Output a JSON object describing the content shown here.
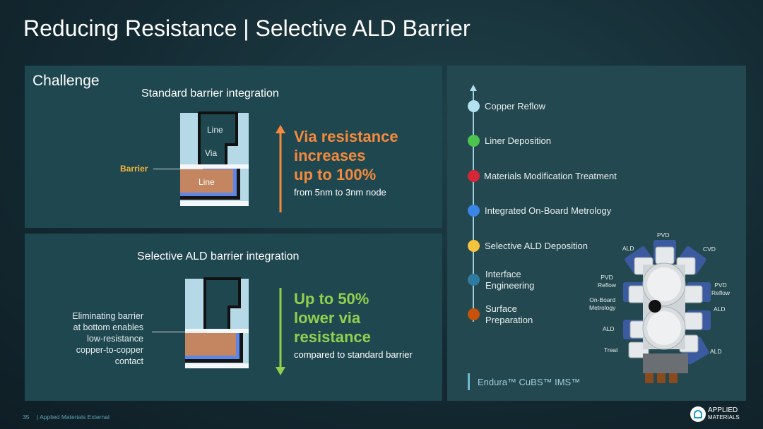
{
  "title": "Reducing Resistance | Selective ALD Barrier",
  "challenge": {
    "heading": "Challenge",
    "standard": {
      "caption": "Standard barrier integration",
      "line_top": "Line",
      "via": "Via",
      "line_bottom": "Line",
      "barrier_label": "Barrier",
      "claim": [
        "Via resistance",
        "increases",
        "up to 100%"
      ],
      "note": "from 5nm to 3nm node",
      "color": "#f58a3c"
    },
    "selective": {
      "caption": "Selective ALD barrier integration",
      "explanation": [
        "Eliminating barrier",
        "at bottom enables",
        "low-resistance",
        "copper-to-copper",
        "contact"
      ],
      "claim": [
        "Up to 50%",
        "lower via",
        "resistance"
      ],
      "note": "compared to standard barrier",
      "color": "#8fd14f"
    }
  },
  "process": {
    "steps": [
      {
        "label": "Copper Reflow",
        "color": "#b3e1f1"
      },
      {
        "label": "Liner Deposition",
        "color": "#4cc54f"
      },
      {
        "label": "Materials Modification Treatment",
        "color": "#d52735"
      },
      {
        "label": "Integrated On-Board Metrology",
        "color": "#3a86e6"
      },
      {
        "label": "Selective ALD Deposition",
        "color": "#f6c33c"
      },
      {
        "label": "Interface Engineering",
        "lines": [
          "Interface",
          "Engineering"
        ],
        "color": "#2f7aa0"
      },
      {
        "label": "Surface Preparation",
        "lines": [
          "Surface",
          "Preparation"
        ],
        "color": "#c9520a"
      }
    ],
    "tool_labels": {
      "pvd_top": "PVD",
      "ald_tl": "ALD",
      "cvd": "CVD",
      "pvd_reflow_l": [
        "PVD",
        "Reflow"
      ],
      "pvd_reflow_r": [
        "PVD",
        "Reflow"
      ],
      "metrology": [
        "On-Board",
        "Metrology"
      ],
      "ald_r": "ALD",
      "ald_l": "ALD",
      "treat": "Treat",
      "ald_br": "ALD"
    },
    "product": "Endura™ CuBS™ IMS™"
  },
  "footer": {
    "page": "35",
    "text": "| Applied Materials External",
    "logo": [
      "APPLIED",
      "MATERIALS"
    ]
  }
}
